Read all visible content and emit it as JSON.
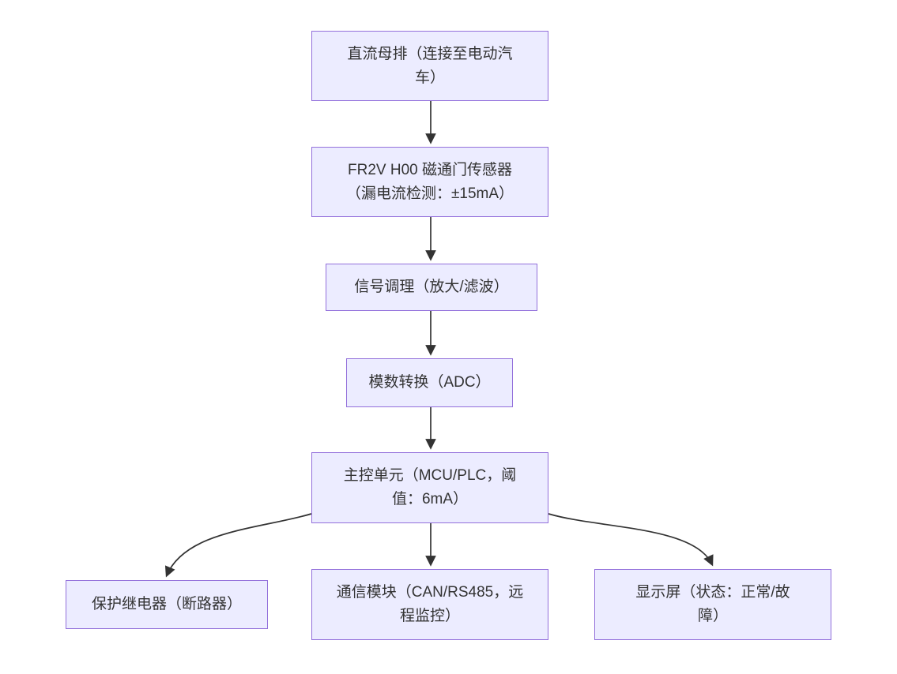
{
  "diagram": {
    "type": "flowchart",
    "direction": "top-down",
    "colors": {
      "node_fill": "#ECECFF",
      "node_border": "#9370DB",
      "edge": "#333333",
      "text": "#333333",
      "background": "#ffffff"
    },
    "nodes": [
      {
        "id": "dc-bus",
        "label": "直流母排（连接至电动汽车）",
        "lines": [
          "直流母排（连接至电动汽",
          "车）"
        ]
      },
      {
        "id": "sensor",
        "label": "FR2V H00 磁通门传感器（漏电流检测：±15mA）",
        "lines": [
          "FR2V H00 磁通门传感器",
          "（漏电流检测：±15mA）"
        ]
      },
      {
        "id": "signal",
        "label": "信号调理（放大/滤波）",
        "lines": [
          "信号调理（放大/滤波）"
        ]
      },
      {
        "id": "adc",
        "label": "模数转换（ADC）",
        "lines": [
          "模数转换（ADC）"
        ]
      },
      {
        "id": "mcu",
        "label": "主控单元（MCU/PLC，阈值：6mA）",
        "lines": [
          "主控单元（MCU/PLC，阈",
          "值：6mA）"
        ]
      },
      {
        "id": "relay",
        "label": "保护继电器（断路器）",
        "lines": [
          "保护继电器（断路器）"
        ]
      },
      {
        "id": "comm",
        "label": "通信模块（CAN/RS485，远程监控）",
        "lines": [
          "通信模块（CAN/RS485，远",
          "程监控）"
        ]
      },
      {
        "id": "display",
        "label": "显示屏（状态：正常/故障）",
        "lines": [
          "显示屏（状态：正常/故",
          "障）"
        ]
      }
    ],
    "edges": [
      {
        "from": "dc-bus",
        "to": "sensor"
      },
      {
        "from": "sensor",
        "to": "signal"
      },
      {
        "from": "signal",
        "to": "adc"
      },
      {
        "from": "adc",
        "to": "mcu"
      },
      {
        "from": "mcu",
        "to": "relay"
      },
      {
        "from": "mcu",
        "to": "comm"
      },
      {
        "from": "mcu",
        "to": "display"
      }
    ]
  }
}
